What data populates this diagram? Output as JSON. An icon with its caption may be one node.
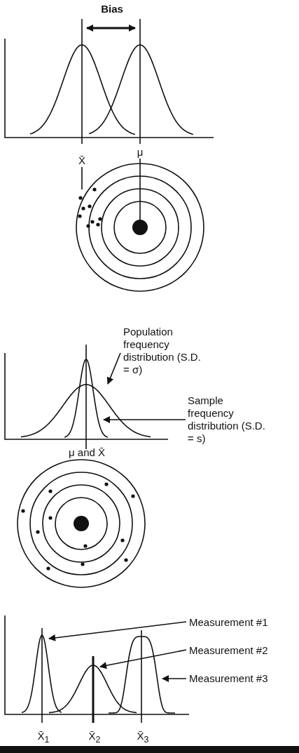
{
  "diagram": {
    "nodes": [
      {
        "text": [
          "Population frequency distribution (S.D. = σ)"
        ]
      },
      {
        "text": [],
        "shape": "curve"
      },
      {
        "text": [
          "Sample frequency distribution (S.D. = s)"
        ]
      },
      {
        "text": [],
        "shape": "curve"
      },
      {
        "text": [
          "Measurement #1"
        ]
      },
      {
        "text": [],
        "shape": "curve"
      },
      {
        "text": [
          "Measurement #2"
        ]
      },
      {
        "text": [],
        "shape": "curve"
      },
      {
        "text": [
          "Measurement #3"
        ]
      },
      {
        "text": [],
        "shape": "curve"
      }
    ],
    "edges": [
      {
        "from": 0,
        "to": 1,
        "arrow": "to"
      },
      {
        "from": 2,
        "to": 3,
        "arrow": "to"
      },
      {
        "from": 4,
        "to": 5,
        "arrow": "to"
      },
      {
        "from": 6,
        "to": 7,
        "arrow": "to"
      },
      {
        "from": 8,
        "to": 9,
        "arrow": "to"
      }
    ],
    "labels": [
      "Bias",
      "X̄",
      "μ",
      "μ and X̄",
      "X̄$_{1}$",
      "X̄$_{2}$",
      "X̄$_{3}$"
    ]
  }
}
